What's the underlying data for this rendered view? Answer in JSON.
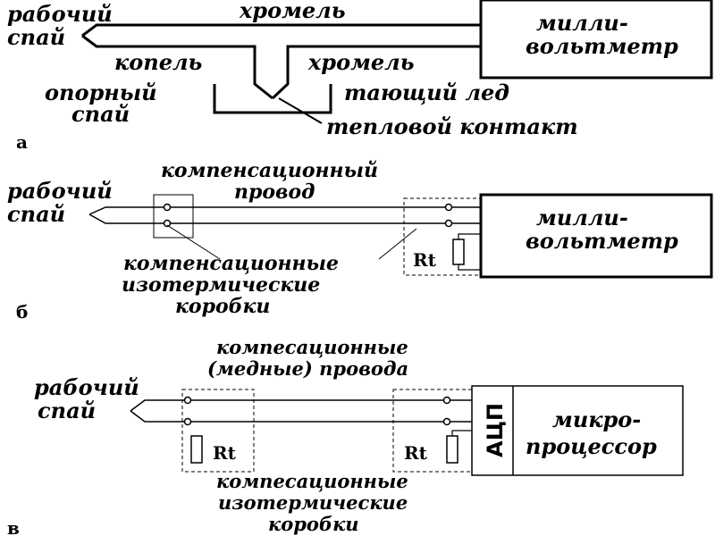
{
  "panel_a": {
    "letter": "а",
    "working_junction": [
      "рабочий",
      "спай"
    ],
    "chromel_top": "хромель",
    "copel": "копель",
    "chromel_right": "хромель",
    "meter": [
      "милли-",
      "вольтметр"
    ],
    "reference_junction": [
      "опорный",
      "спай"
    ],
    "melting_ice": "тающий лед",
    "thermal_contact": "тепловой контакт"
  },
  "panel_b": {
    "letter": "б",
    "working_junction": [
      "рабочий",
      "спай"
    ],
    "comp_wire": [
      "компенсационный",
      "провод"
    ],
    "meter": [
      "милли-",
      "вольтметр"
    ],
    "rt": "Rt",
    "iso_boxes": [
      "компенсационные",
      "изотермические",
      "коробки"
    ]
  },
  "panel_c": {
    "letter": "в",
    "comp_wires": [
      "компесационные",
      "(медные) провода"
    ],
    "working_junction": [
      "рабочий",
      "спай"
    ],
    "rt_left": "Rt",
    "rt_right": "Rt",
    "adc": "АЦП",
    "mcu": [
      "микро-",
      "процессор"
    ],
    "iso_boxes": [
      "компесационные",
      "изотермические",
      "коробки"
    ]
  }
}
